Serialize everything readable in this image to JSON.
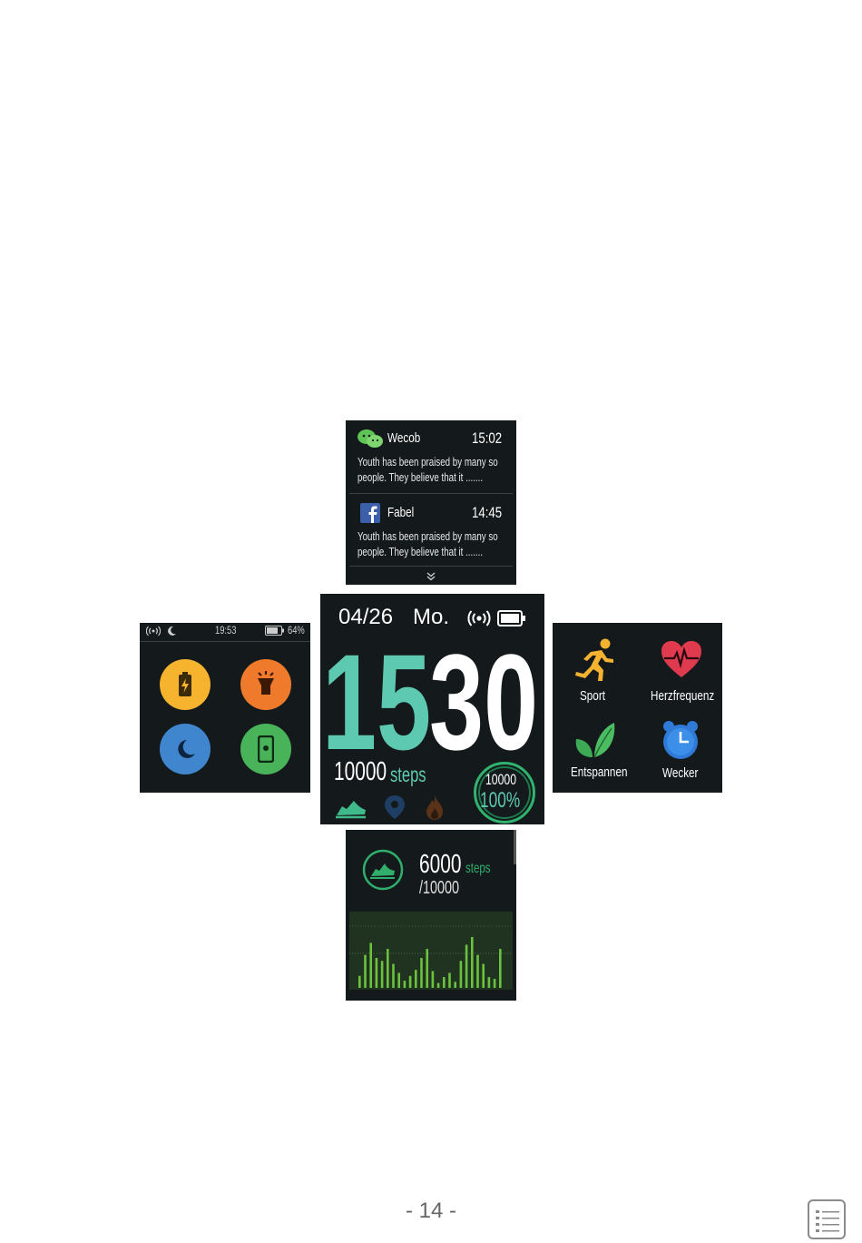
{
  "notifications": {
    "items": [
      {
        "app": "Wecob",
        "time": "15:02",
        "text_line1": "Youth has been praised by many so",
        "text_line2": "people. They believe that it ......."
      },
      {
        "app": "Fabel",
        "time": "14:45",
        "text_line1": "Youth has been praised by many so",
        "text_line2": "people. They believe that it ......."
      }
    ]
  },
  "watch_face": {
    "date": "04/26",
    "weekday": "Mo.",
    "hour": "15",
    "minute": "30",
    "steps_value": "10000",
    "steps_unit": "steps",
    "goal": "10000",
    "goal_percent": "100%",
    "colors": {
      "accent": "#5ec9b1",
      "ring": "#2fb36e"
    }
  },
  "control_panel": {
    "time": "19:53",
    "battery": "64%",
    "buttons": [
      {
        "icon": "battery-charge-icon",
        "color": "#f6b42e"
      },
      {
        "icon": "flashlight-icon",
        "color": "#f07a2b"
      },
      {
        "icon": "moon-icon",
        "color": "#3f86cf"
      },
      {
        "icon": "find-phone-icon",
        "color": "#49b35a"
      }
    ]
  },
  "apps": {
    "items": [
      {
        "label": "Sport",
        "icon": "running-man-icon"
      },
      {
        "label": "Herzfrequenz",
        "icon": "heart-rate-icon"
      },
      {
        "label": "Entspannen",
        "icon": "leaves-icon"
      },
      {
        "label": "Wecker",
        "icon": "alarm-clock-icon"
      }
    ]
  },
  "steps_screen": {
    "steps": "6000",
    "unit": "steps",
    "goal": "/10000",
    "bars": [
      0.2,
      0.55,
      0.75,
      0.5,
      0.45,
      0.65,
      0.4,
      0.25,
      0.12,
      0.2,
      0.3,
      0.5,
      0.65,
      0.28,
      0.08,
      0.18,
      0.25,
      0.1,
      0.45,
      0.72,
      0.85,
      0.55,
      0.4,
      0.18,
      0.15,
      0.65
    ]
  },
  "page": {
    "number": "- 14 -"
  }
}
